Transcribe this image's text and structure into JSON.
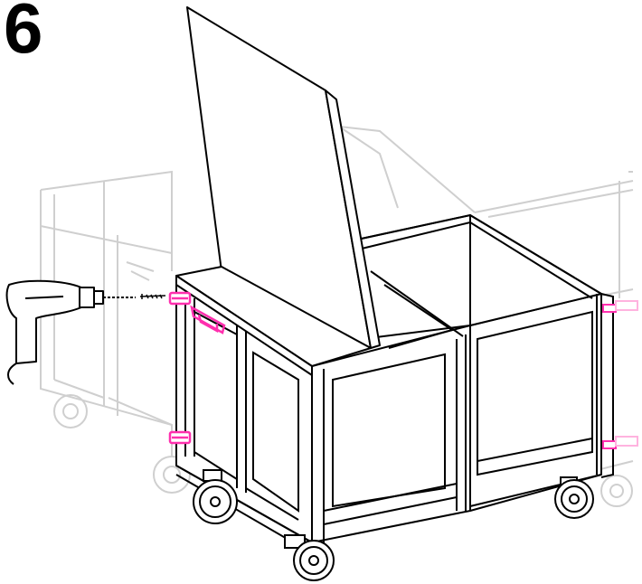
{
  "step": {
    "number": "6"
  },
  "colors": {
    "line": "#000000",
    "ghost": "#c8c8c8",
    "hardware": "#ff2fae",
    "hardware_light": "#ffb3df",
    "fill": "#ffffff"
  },
  "parts": {
    "hinges": {
      "count": 2
    },
    "side_handle": {
      "count": 1
    },
    "caster_wheels_visible": {
      "count": 3
    },
    "ghost_modules": {
      "count": 2
    }
  },
  "icons": [
    "drill-icon",
    "screw-icon",
    "hinge-icon",
    "handle-icon",
    "caster-wheel-icon"
  ]
}
